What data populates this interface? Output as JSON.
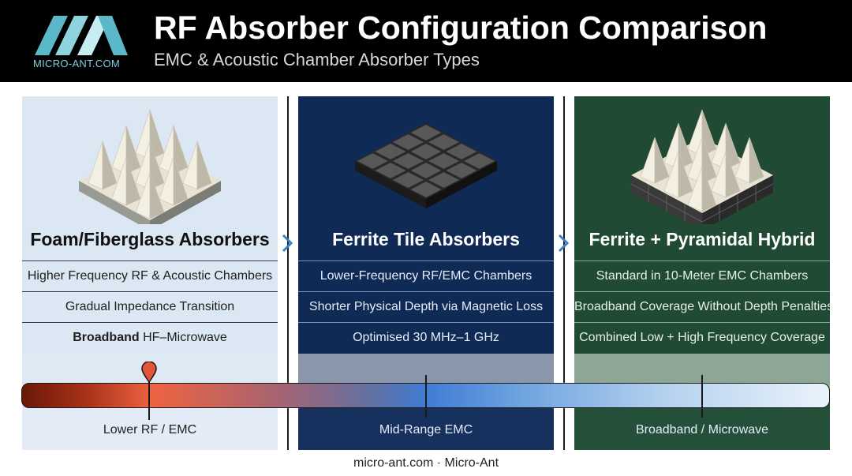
{
  "header": {
    "logo_text": "MICRO-ANT.COM",
    "title": "RF Absorber Configuration Comparison",
    "subtitle": "EMC & Acoustic Chamber Absorber Types"
  },
  "panels": [
    {
      "title": "Foam/Fiberglass Absorbers",
      "icon": "pyramid-foam-icon",
      "rows": [
        "Higher Frequency RF & Acoustic Chambers",
        "Gradual Impedance Transition"
      ],
      "row3_bold": "Broadband",
      "row3_rest": " HF–Microwave",
      "band_label": "Lower RF / EMC",
      "bg": "#dbe7f3"
    },
    {
      "title": "Ferrite Tile Absorbers",
      "icon": "ferrite-tile-icon",
      "rows": [
        "Lower-Frequency RF/EMC Chambers",
        "Shorter Physical Depth via Magnetic Loss",
        "Optimised 30 MHz–1 GHz"
      ],
      "band_label": "Mid-Range EMC",
      "bg": "#0f2a55"
    },
    {
      "title": "Ferrite + Pyramidal Hybrid",
      "icon": "hybrid-absorber-icon",
      "rows": [
        "Standard in 10-Meter EMC Chambers",
        "Broadband Coverage Without Depth Penalties",
        "Combined Low + High Frequency Coverage"
      ],
      "band_label": "Broadband / Microwave",
      "bg": "#214a34"
    }
  ],
  "spectrum": {
    "start_color": "#6a1806",
    "mid_color": "#3f7cd3",
    "end_color": "#eaf3fb",
    "marker_color": "#e2553a"
  },
  "footer": "micro-ant.com · Micro-Ant"
}
